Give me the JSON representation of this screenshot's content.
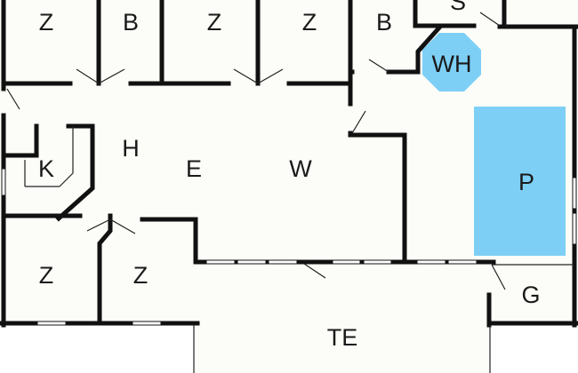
{
  "colors": {
    "water": "#7dcff5",
    "wall": "#111111",
    "floor": "#fcfdf8"
  },
  "rooms": {
    "z1": "Z",
    "b1": "B",
    "z2": "Z",
    "z3": "Z",
    "b2": "B",
    "s": "S",
    "wh": "WH",
    "h": "H",
    "k": "K",
    "e": "E",
    "w": "W",
    "p": "P",
    "z4": "Z",
    "z5": "Z",
    "te": "TE",
    "g": "G"
  }
}
